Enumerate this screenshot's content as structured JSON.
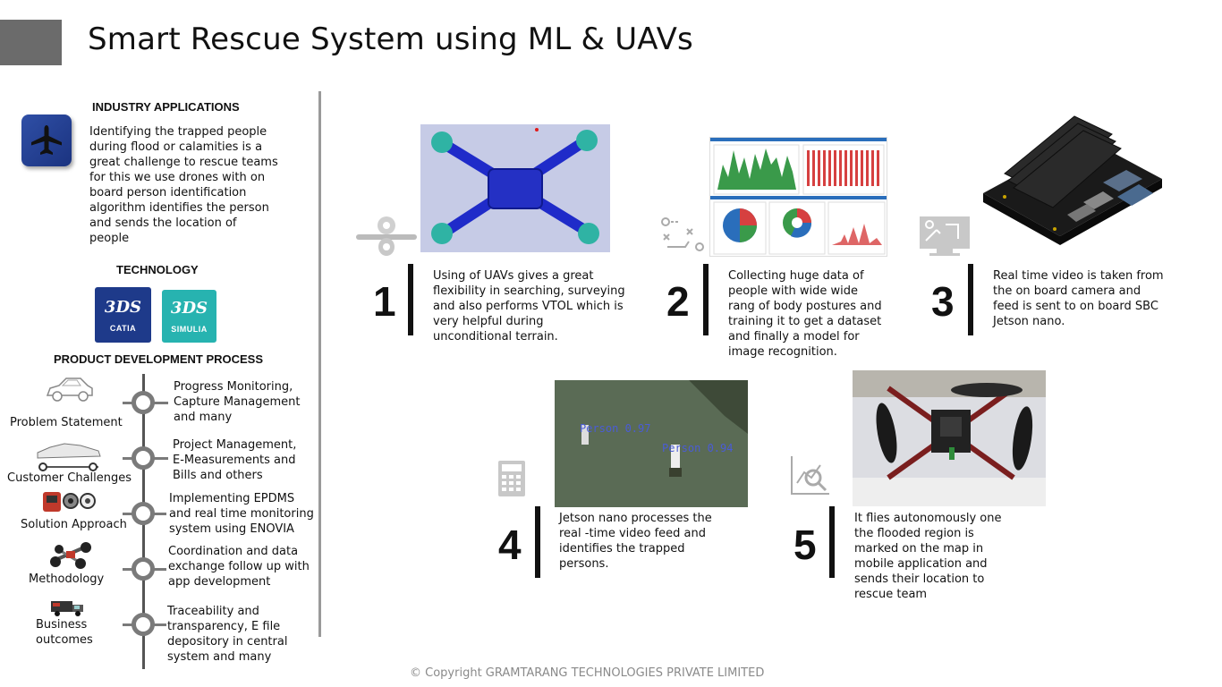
{
  "title": "Smart Rescue System using ML & UAVs",
  "industry": {
    "heading": "INDUSTRY APPLICATIONS",
    "text_lines": [
      "Identifying the trapped people",
      "during flood or calamities is a",
      "great challenge to rescue teams",
      "for this we use drones with on",
      "board person identification",
      "algorithm identifies the person",
      "and sends the location of",
      "people"
    ]
  },
  "technology": {
    "heading": "TECHNOLOGY",
    "logos": [
      {
        "mark": "3DS",
        "label": "CATIA",
        "color": "#1e3a8a"
      },
      {
        "mark": "3DS",
        "label": "SIMULIA",
        "color": "#27b3b0"
      }
    ]
  },
  "process": {
    "heading": "PRODUCT DEVELOPMENT PROCESS",
    "steps": [
      {
        "label": "Problem Statement",
        "icon": "car-outline-icon",
        "lines": [
          "Progress Monitoring,",
          "Capture Management",
          "and many"
        ]
      },
      {
        "label": "Customer Challenges",
        "icon": "car-body-icon",
        "lines": [
          "Project Management,",
          "E-Measurements and",
          "Bills and others"
        ]
      },
      {
        "label": "Solution Approach",
        "icon": "engine-parts-icon",
        "lines": [
          "Implementing EPDMS",
          "and real time monitoring",
          "system using ENOVIA"
        ]
      },
      {
        "label": "Methodology",
        "icon": "chassis-icon",
        "lines": [
          "Coordination and data",
          "exchange follow up with",
          "app development"
        ]
      },
      {
        "label_lines": [
          "Business",
          "outcomes"
        ],
        "icon": "truck-icon",
        "lines": [
          "Traceability and",
          "transparency, E file",
          "depository in central",
          "system and many"
        ]
      }
    ]
  },
  "steps": [
    {
      "num": "1",
      "icon": "drone-icon",
      "image": "drone-frame-render",
      "lines": [
        "Using of UAVs gives a great",
        "flexibility in searching, surveying",
        "and also performs VTOL which is",
        "very helpful during",
        "unconditional terrain."
      ]
    },
    {
      "num": "2",
      "icon": "workflow-icon",
      "image": "analytics-dashboard",
      "lines": [
        "Collecting huge data of",
        "people with wide  wide",
        "rang of body postures and",
        "training it to get a dataset",
        "and finally a model for",
        "image recognition."
      ]
    },
    {
      "num": "3",
      "icon": "monitor-tools-icon",
      "image": "jetson-nano-board",
      "lines": [
        "Real time video is taken from",
        "the on board camera and",
        "feed is sent to on board SBC",
        "Jetson nano."
      ]
    },
    {
      "num": "4",
      "icon": "calculator-icon",
      "image": "person-detection-frame",
      "detections": [
        "Person 0.97",
        "Person 0.94"
      ],
      "lines": [
        "Jetson nano processes the",
        "real -time video feed and",
        "identifies the trapped",
        "persons."
      ]
    },
    {
      "num": "5",
      "icon": "analytics-magnifier-icon",
      "image": "quadcopter-photo",
      "lines": [
        "It flies autonomously one",
        "the flooded region is",
        "marked on the map in",
        "mobile application and",
        "sends their location to",
        "rescue team"
      ]
    }
  ],
  "copyright": "Copyright  GRAMTARANG TECHNOLOGIES  PRIVATE  LIMITED",
  "colors": {
    "accent_block": "#6b6b6b",
    "plane_tile": "#1e3a8a",
    "divider": "#9a9a9a"
  }
}
